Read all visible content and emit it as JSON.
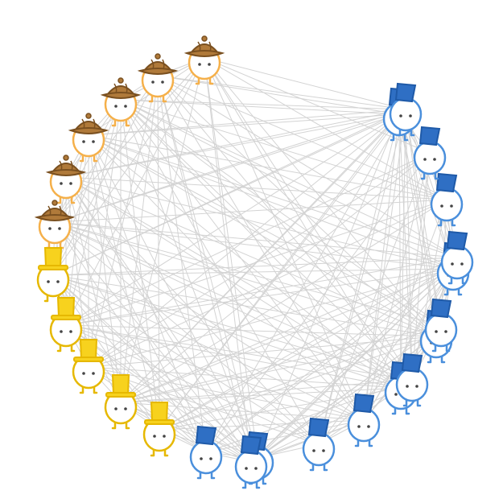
{
  "colors": {
    "edge": "#d3d3d3",
    "background": "#ffffff",
    "detective_stroke": "#f5b04a",
    "detective_hat_fill": "#b07a3a",
    "detective_hat_stroke": "#7a5020",
    "tophat_fill": "#f7d21e",
    "tophat_stroke": "#e6b800",
    "fez_fill": "#2f6fc4",
    "fez_stroke": "#1f5aa8",
    "fez_body_stroke": "#4a8fdc",
    "eye": "#444444"
  },
  "groups": [
    {
      "name": "detective",
      "hat": "deerstalker-icon",
      "count": 6
    },
    {
      "name": "tophat",
      "hat": "top-hat-icon",
      "count": 5
    },
    {
      "name": "fez",
      "hat": "fez-icon",
      "count": 15
    }
  ],
  "network": {
    "layout": "circular",
    "edge_density": "dense"
  }
}
